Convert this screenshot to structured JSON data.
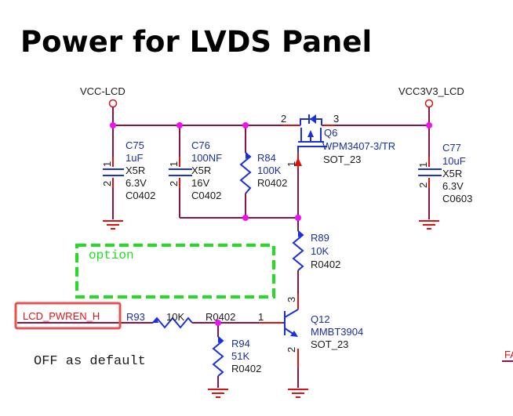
{
  "title": "Power for LVDS Panel",
  "colors": {
    "wire": "#8b1446",
    "pin": "#e01010",
    "symbol": "#1a2fe0",
    "junction": "#ee10ee",
    "option_box": "#22dd22",
    "highlight_box": "#e85050"
  },
  "nets": {
    "vcc_lcd": "VCC-LCD",
    "vcc3v3_lcd": "VCC3V3_LCD",
    "lcd_pwren_h": "LCD_PWREN_H",
    "fa_partial": "FA"
  },
  "components": {
    "c75": {
      "ref": "C75",
      "value": "1uF",
      "dielectric": "X5R",
      "voltage": "6.3V",
      "footprint": "C0402",
      "pin1": "1",
      "pin2": "2"
    },
    "c76": {
      "ref": "C76",
      "value": "100NF",
      "dielectric": "X5R",
      "voltage": "16V",
      "footprint": "C0402",
      "pin1": "1",
      "pin2": "2"
    },
    "r84": {
      "ref": "R84",
      "value": "100K",
      "footprint": "R0402"
    },
    "q6": {
      "ref": "Q6",
      "part": "WPM3407-3/TR",
      "footprint": "SOT_23",
      "pin1": "1",
      "pin2": "2",
      "pin3": "3"
    },
    "c77": {
      "ref": "C77",
      "value": "10uF",
      "dielectric": "X5R",
      "voltage": "6.3V",
      "footprint": "C0603",
      "pin1": "1",
      "pin2": "2"
    },
    "r89": {
      "ref": "R89",
      "value": "10K",
      "footprint": "R0402"
    },
    "q12": {
      "ref": "Q12",
      "part": "MMBT3904",
      "footprint": "SOT_23",
      "pin1": "1",
      "pin2": "2",
      "pin3": "3"
    },
    "r93": {
      "ref": "R93",
      "value": "10K",
      "footprint": "R0402"
    },
    "r94": {
      "ref": "R94",
      "value": "51K",
      "footprint": "R0402"
    }
  },
  "annotations": {
    "option": "option",
    "default_note": "OFF as default"
  }
}
